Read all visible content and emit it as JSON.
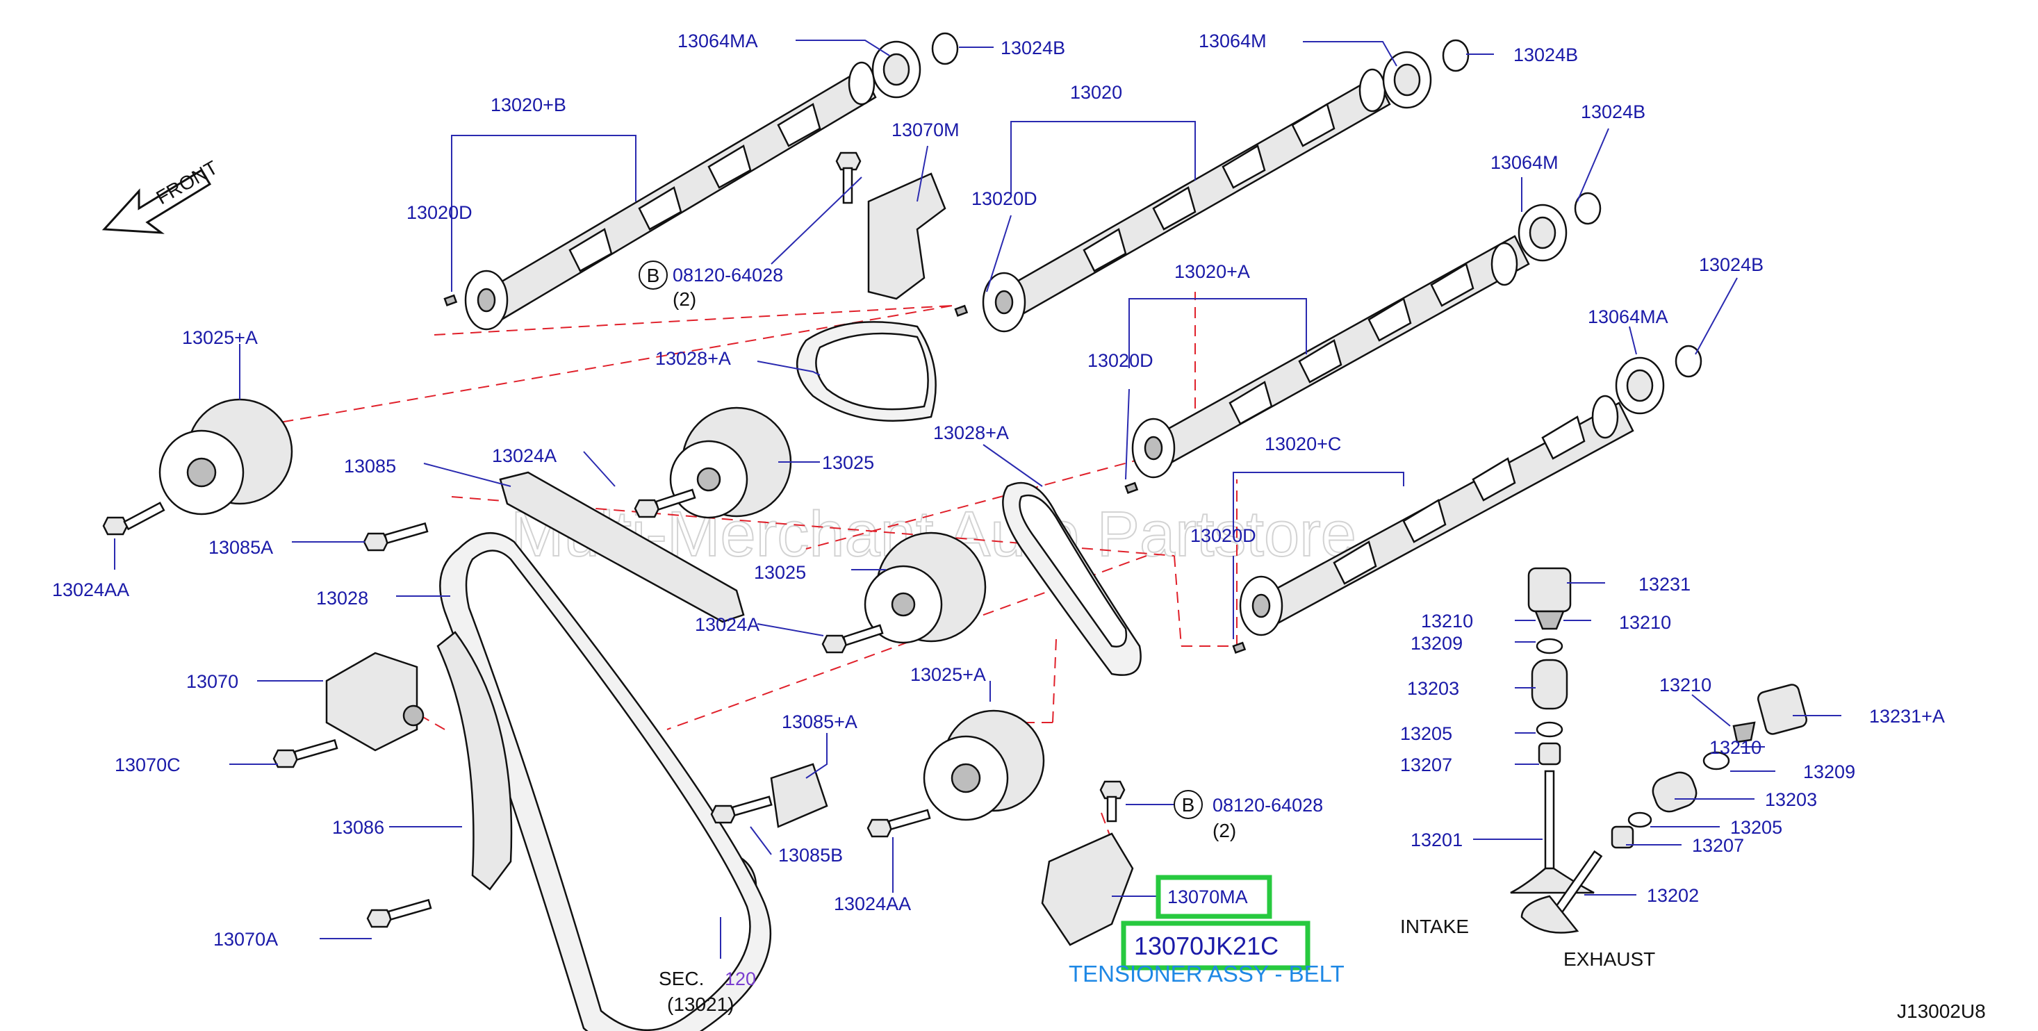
{
  "labels": {
    "p13064MA_top": "13064MA",
    "p13024B_1": "13024B",
    "p13064M_top": "13064M",
    "p13024B_2": "13024B",
    "p13020B": "13020+B",
    "p13020": "13020",
    "p13070M": "13070M",
    "p13020D_1": "13020D",
    "p13020D_2": "13020D",
    "p13024B_3": "13024B",
    "p13064M_mid": "13064M",
    "p08120_1": "08120-64028",
    "qty_1": "(2)",
    "p13024B_4": "13024B",
    "p13020A": "13020+A",
    "p13064MA_mid": "13064MA",
    "p13025A_top": "13025+A",
    "p13028A_top": "13028+A",
    "p13020D_3": "13020D",
    "p13085": "13085",
    "p13024A_1": "13024A",
    "p13025_1": "13025",
    "p13028A_mid": "13028+A",
    "p13020C": "13020+C",
    "p13085A": "13085A",
    "p13020D_4": "13020D",
    "p13024AA_1": "13024AA",
    "p13025_2": "13025",
    "p13231": "13231",
    "p13028": "13028",
    "p13210_1": "13210",
    "p13210_2": "13210",
    "p13024A_2": "13024A",
    "p13209_1": "13209",
    "p13070": "13070",
    "p13025A_low": "13025+A",
    "p13203_1": "13203",
    "p13210_3": "13210",
    "p13231A": "13231+A",
    "p13085A_low": "13085+A",
    "p13205_1": "13205",
    "p13210_4": "13210",
    "p13070C": "13070C",
    "p13207_1": "13207",
    "p13209_2": "13209",
    "p08120_2": "08120-64028",
    "qty_2": "(2)",
    "p13203_2": "13203",
    "p13086": "13086",
    "p13205_2": "13205",
    "p13201": "13201",
    "p13207_2": "13207",
    "p13085B": "13085B",
    "p13070MA": "13070MA",
    "p13202": "13202",
    "p13024AA_2": "13024AA",
    "intake": "INTAKE",
    "p13070A": "13070A",
    "p13070JK21C": "13070JK21C",
    "exhaust": "EXHAUST",
    "tensioner_desc": "TENSIONER ASSY - BELT",
    "sec": "SEC.",
    "sec_num": "120",
    "sec_ref": "(13021)",
    "front": "FRONT",
    "bolt_b_1": "B",
    "bolt_b_2": "B",
    "diagram_code": "J13002U8",
    "watermark": "Multi-Merchant Auto Partstore"
  },
  "colors": {
    "label": "#1a1aa8",
    "highlight": "#27c93f",
    "description": "#1e88e5",
    "dashed_line": "#e0202a",
    "section_number": "#7a3ed0"
  }
}
